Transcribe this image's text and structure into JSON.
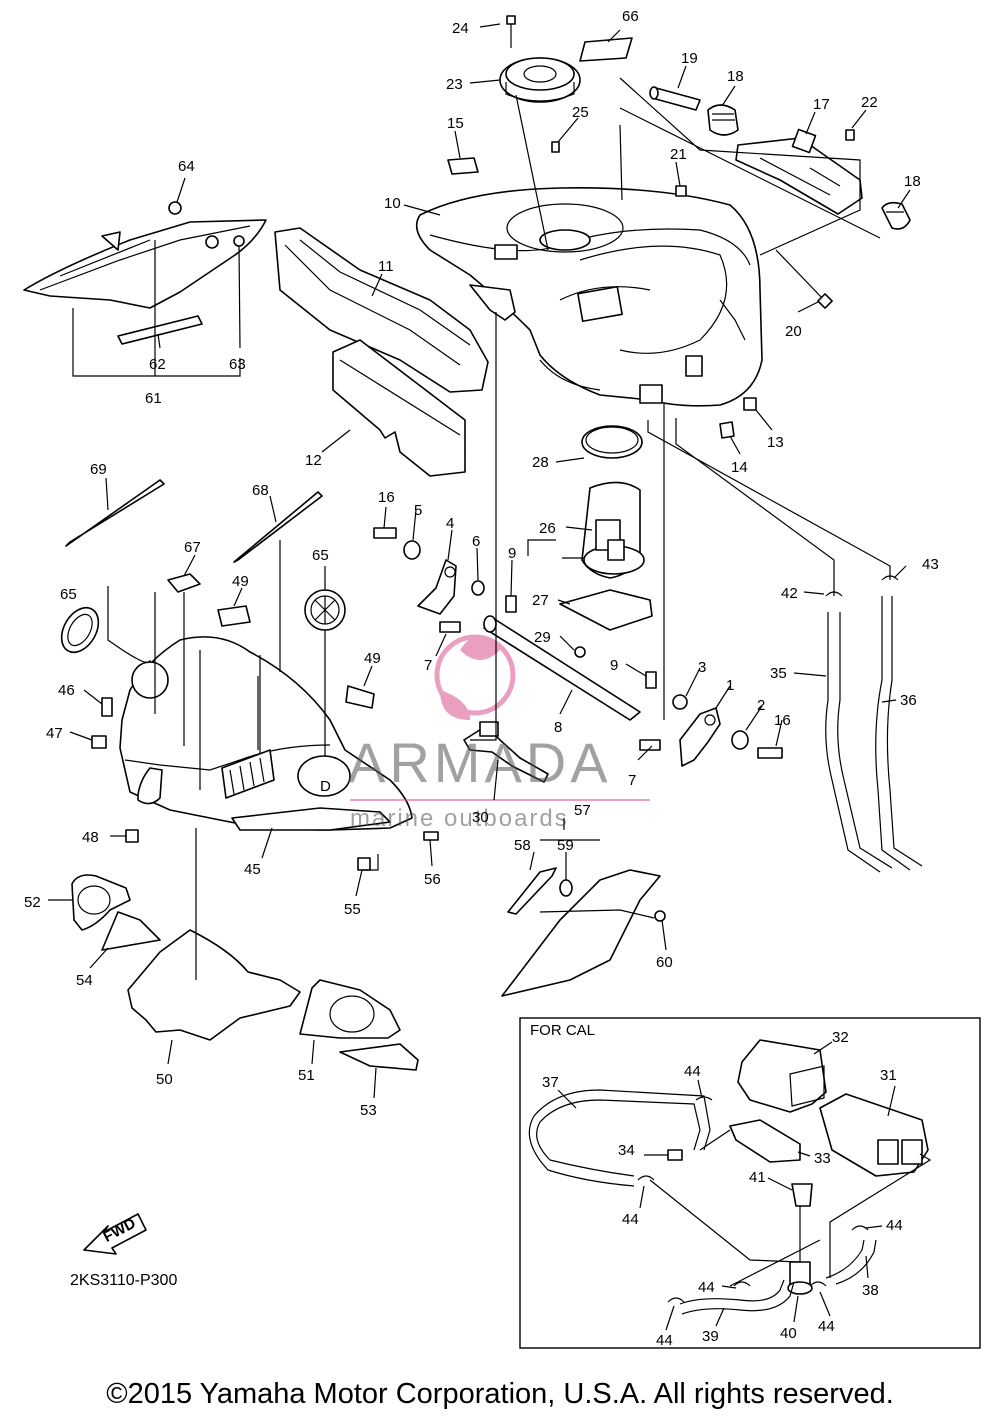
{
  "drawing_code": "2KS3110-P300",
  "copyright": "©2015 Yamaha Motor Corporation, U.S.A. All rights reserved.",
  "inset_label": "FOR CAL",
  "fwd_label": "FWD",
  "watermark": {
    "brand": "ARMADA",
    "tagline": "marine outboards"
  },
  "tank_mark": "D",
  "callouts": [
    {
      "id": "c24",
      "text": "24"
    },
    {
      "id": "c66",
      "text": "66"
    },
    {
      "id": "c23",
      "text": "23"
    },
    {
      "id": "c19",
      "text": "19"
    },
    {
      "id": "c18a",
      "text": "18"
    },
    {
      "id": "c25",
      "text": "25"
    },
    {
      "id": "c17",
      "text": "17"
    },
    {
      "id": "c22",
      "text": "22"
    },
    {
      "id": "c15",
      "text": "15"
    },
    {
      "id": "c21",
      "text": "21"
    },
    {
      "id": "c18b",
      "text": "18"
    },
    {
      "id": "c64",
      "text": "64"
    },
    {
      "id": "c10",
      "text": "10"
    },
    {
      "id": "c11",
      "text": "11"
    },
    {
      "id": "c20",
      "text": "20"
    },
    {
      "id": "c63",
      "text": "63"
    },
    {
      "id": "c62",
      "text": "62"
    },
    {
      "id": "c61",
      "text": "61"
    },
    {
      "id": "c13",
      "text": "13"
    },
    {
      "id": "c12",
      "text": "12"
    },
    {
      "id": "c14",
      "text": "14"
    },
    {
      "id": "c28",
      "text": "28"
    },
    {
      "id": "c69",
      "text": "69"
    },
    {
      "id": "c68",
      "text": "68"
    },
    {
      "id": "c16a",
      "text": "16"
    },
    {
      "id": "c5",
      "text": "5"
    },
    {
      "id": "c26",
      "text": "26"
    },
    {
      "id": "c4",
      "text": "4"
    },
    {
      "id": "c6",
      "text": "6"
    },
    {
      "id": "c9a",
      "text": "9"
    },
    {
      "id": "c67",
      "text": "67"
    },
    {
      "id": "c65a",
      "text": "65"
    },
    {
      "id": "c43",
      "text": "43"
    },
    {
      "id": "c42",
      "text": "42"
    },
    {
      "id": "c49a",
      "text": "49"
    },
    {
      "id": "c27",
      "text": "27"
    },
    {
      "id": "c65b",
      "text": "65"
    },
    {
      "id": "c29",
      "text": "29"
    },
    {
      "id": "c7a",
      "text": "7"
    },
    {
      "id": "c49b",
      "text": "49"
    },
    {
      "id": "c9b",
      "text": "9"
    },
    {
      "id": "c35",
      "text": "35"
    },
    {
      "id": "c3",
      "text": "3"
    },
    {
      "id": "c1",
      "text": "1"
    },
    {
      "id": "c46",
      "text": "46"
    },
    {
      "id": "c36",
      "text": "36"
    },
    {
      "id": "c2",
      "text": "2"
    },
    {
      "id": "c47",
      "text": "47"
    },
    {
      "id": "c16b",
      "text": "16"
    },
    {
      "id": "c8",
      "text": "8"
    },
    {
      "id": "c7b",
      "text": "7"
    },
    {
      "id": "c30",
      "text": "30"
    },
    {
      "id": "c57",
      "text": "57"
    },
    {
      "id": "c48",
      "text": "48"
    },
    {
      "id": "c58",
      "text": "58"
    },
    {
      "id": "c59",
      "text": "59"
    },
    {
      "id": "c45",
      "text": "45"
    },
    {
      "id": "c56",
      "text": "56"
    },
    {
      "id": "c52",
      "text": "52"
    },
    {
      "id": "c55",
      "text": "55"
    },
    {
      "id": "c60",
      "text": "60"
    },
    {
      "id": "c54",
      "text": "54"
    },
    {
      "id": "c32",
      "text": "32"
    },
    {
      "id": "c50",
      "text": "50"
    },
    {
      "id": "c51",
      "text": "51"
    },
    {
      "id": "c53",
      "text": "53"
    },
    {
      "id": "c31",
      "text": "31"
    },
    {
      "id": "c37",
      "text": "37"
    },
    {
      "id": "c44a",
      "text": "44"
    },
    {
      "id": "c34",
      "text": "34"
    },
    {
      "id": "c33",
      "text": "33"
    },
    {
      "id": "c41",
      "text": "41"
    },
    {
      "id": "c44b",
      "text": "44"
    },
    {
      "id": "c44c",
      "text": "44"
    },
    {
      "id": "c38",
      "text": "38"
    },
    {
      "id": "c44d",
      "text": "44"
    },
    {
      "id": "c44e",
      "text": "44"
    },
    {
      "id": "c44f",
      "text": "44"
    },
    {
      "id": "c39",
      "text": "39"
    },
    {
      "id": "c40",
      "text": "40"
    }
  ]
}
